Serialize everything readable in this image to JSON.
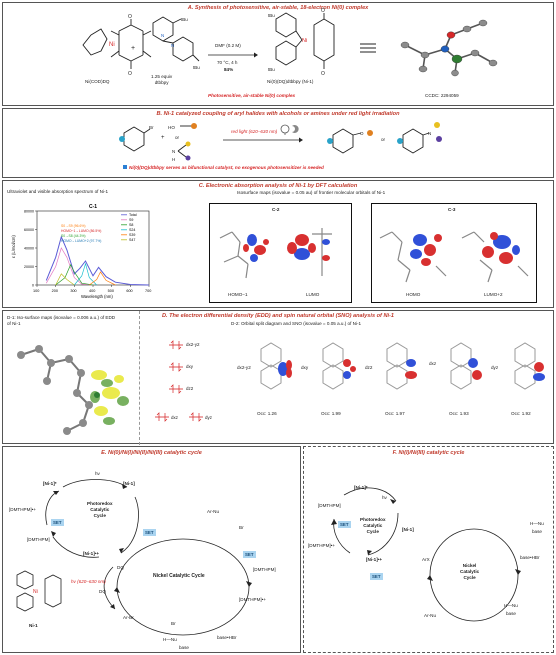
{
  "sectionA": {
    "title": "A. Synthesis of photosensitive, air-stable, 18-electron Ni(0) complex",
    "reactant1": "Ni(COD)DQ",
    "reactant2": "1.25 equiv\ndtbbpy",
    "plus": "+",
    "cond1": "DMF (0.2 M)",
    "cond2": "70 °C, 4 h",
    "yield": "84%",
    "product": "Ni(0)(DQ)dtbbpy (Ni-1)",
    "tbu": "tBu",
    "ccdc": "CCDC: 2294059",
    "caption": "Photosensitive, air-stable Ni(0) complex"
  },
  "sectionB": {
    "title": "B. Ni-1 catalyzed coupling of aryl halides with alcohols or amines under red light irradiation",
    "ho": "HO",
    "or1": "or",
    "condition": "red light (620–630 nm)",
    "or2": "or",
    "note": "Ni(0)(DQ)dtbbpy serves as bifunctional catalyst, no exogenous photosensitizer is needed"
  },
  "sectionC": {
    "title": "C. Electronic absorption analysis of Ni-1 by DFT calculation",
    "left_caption": "Ultraviolet and visible absorption spectrum of Ni-1",
    "right_caption": "Isosurface maps (isovalue = 0.05 au) of frontier molecular orbitals of Ni-1",
    "chart_label": "C-1",
    "panel2_label": "C-2",
    "panel3_label": "C-3",
    "orbitals": [
      "HOMO−1",
      "LUMO",
      "HOMO",
      "LUMO+2"
    ]
  },
  "chart_data": {
    "type": "line",
    "xlabel": "Wavelength (nm)",
    "ylabel": "ε (L/mol/cm)",
    "xlim": [
      100,
      700
    ],
    "x_ticks": [
      100,
      200,
      300,
      400,
      500,
      600,
      700
    ],
    "y_ticks": [
      "0",
      "20000",
      "40000",
      "60000",
      "80000"
    ],
    "legend": [
      "Total",
      "S9",
      "S8",
      "S24",
      "S39",
      "S47"
    ],
    "annotations": [
      "S0→S9 (96.6%)",
      "HOMO−1→LUMO (86.5%)",
      "S0→S8 (44.3%)",
      "HOMO→LUMO+2 (97.7%)"
    ],
    "series": [
      {
        "name": "Total",
        "color": "#5b5bd6",
        "x": [
          150,
          200,
          230,
          260,
          300,
          330,
          360,
          400,
          430,
          470,
          520,
          600,
          700
        ],
        "y": [
          5000,
          30000,
          52000,
          38000,
          12000,
          18000,
          26000,
          10000,
          19000,
          9000,
          3000,
          500,
          0
        ]
      },
      {
        "name": "S9",
        "color": "#e377c2",
        "x": [
          150,
          200,
          230,
          260,
          300,
          340,
          400
        ],
        "y": [
          2000,
          20000,
          40000,
          30000,
          8000,
          1000,
          0
        ]
      },
      {
        "name": "S8",
        "color": "#2ca02c",
        "x": [
          200,
          250,
          280,
          300,
          340,
          400
        ],
        "y": [
          0,
          8000,
          22000,
          14000,
          2000,
          0
        ]
      },
      {
        "name": "S24",
        "color": "#17becf",
        "x": [
          300,
          340,
          360,
          380,
          420
        ],
        "y": [
          0,
          10000,
          23000,
          8000,
          0
        ]
      },
      {
        "name": "S39",
        "color": "#ff7f0e",
        "x": [
          380,
          420,
          440,
          470,
          520
        ],
        "y": [
          0,
          6000,
          14000,
          5000,
          0
        ]
      },
      {
        "name": "S47",
        "color": "#bcbd22",
        "x": [
          200,
          230,
          260,
          300
        ],
        "y": [
          0,
          12000,
          6000,
          0
        ]
      }
    ]
  },
  "sectionD": {
    "title": "D. The electron differential density (EDD) and spin natural orbital (SNO) analysis of Ni-1",
    "d1_label": "D-1: Iso-surface maps (isovalue = 0.006 a.u.) of EDD of Ni-1",
    "d2_label": "D-2: Orbital split diagram and SNO (isovalue = 0.05 a.u.) of Ni-1",
    "levels": [
      "dx2-y2",
      "dxy",
      "dz2",
      "dxz",
      "dyz"
    ],
    "occupancies": [
      {
        "orbital": "dx2-y2",
        "occ": "Occ: 1.26"
      },
      {
        "orbital": "dxy",
        "occ": "Occ: 1.99"
      },
      {
        "orbital": "dz2",
        "occ": "Occ: 1.97"
      },
      {
        "orbital": "dxz",
        "occ": "Occ: 1.93"
      },
      {
        "orbital": "dyz",
        "occ": "Occ: 1.92"
      }
    ]
  },
  "sectionE": {
    "title": "E. Ni(0)/Ni(I)/Ni(II)/Ni(III) catalytic cycle",
    "hv": "hν",
    "ni1": "[Ni-1]",
    "ni1_star": "[Ni-1]*",
    "ni1_plus": "[Ni-1]•+",
    "dmthpm_plus": "[DMTHPM]•+",
    "dmthpm": "[DMTHPM]",
    "photo_cycle": "Photoredox\nCatalytic\nCycle",
    "nickel_cycle": "Nickel Catalytic Cycle",
    "set": "SET",
    "dq": "DQ",
    "light": "hν (620–630 nm)",
    "ni1_label": "Ni-1",
    "ar_br": "Ar-Br",
    "ar_nu": "Ar-Nu",
    "base_hbr": "base•HBr",
    "h_nu": "H—Nu",
    "base": "base",
    "br": "Br"
  },
  "sectionF": {
    "title": "F. Ni(I)/Ni(III) catalytic cycle",
    "photo_cycle": "Photoredox\nCatalytic\nCycle",
    "nickel_cycle": "Nickel\nCatalytic\nCycle",
    "set": "SET",
    "arx": "ArX",
    "ar_nu": "Ar-Nu",
    "h_nu": "H—Nu",
    "base": "base",
    "base_hbr": "base•HBr",
    "hv": "hν",
    "ni1": "[Ni-1]",
    "ni1_star": "[Ni-1]*",
    "ni1_plus": "[Ni-1]•+",
    "dmthpm_plus": "[DMTHPM]•+",
    "dmthpm": "[DMTHPM]"
  }
}
